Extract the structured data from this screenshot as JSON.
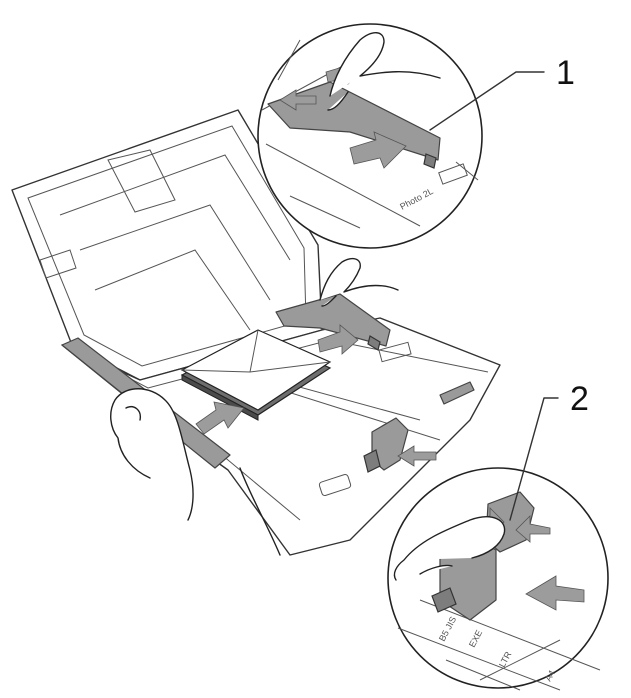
{
  "callouts": [
    {
      "number": "1"
    },
    {
      "number": "2"
    }
  ],
  "tray_labels": {
    "photo": "Photo 2L",
    "b5": "B5 JIS",
    "exe": "EXE",
    "ltr": "LTR",
    "a4": "A4"
  },
  "colors": {
    "line": "#333333",
    "guide": "#9a9a9a",
    "arrow": "#9c9c9c"
  }
}
